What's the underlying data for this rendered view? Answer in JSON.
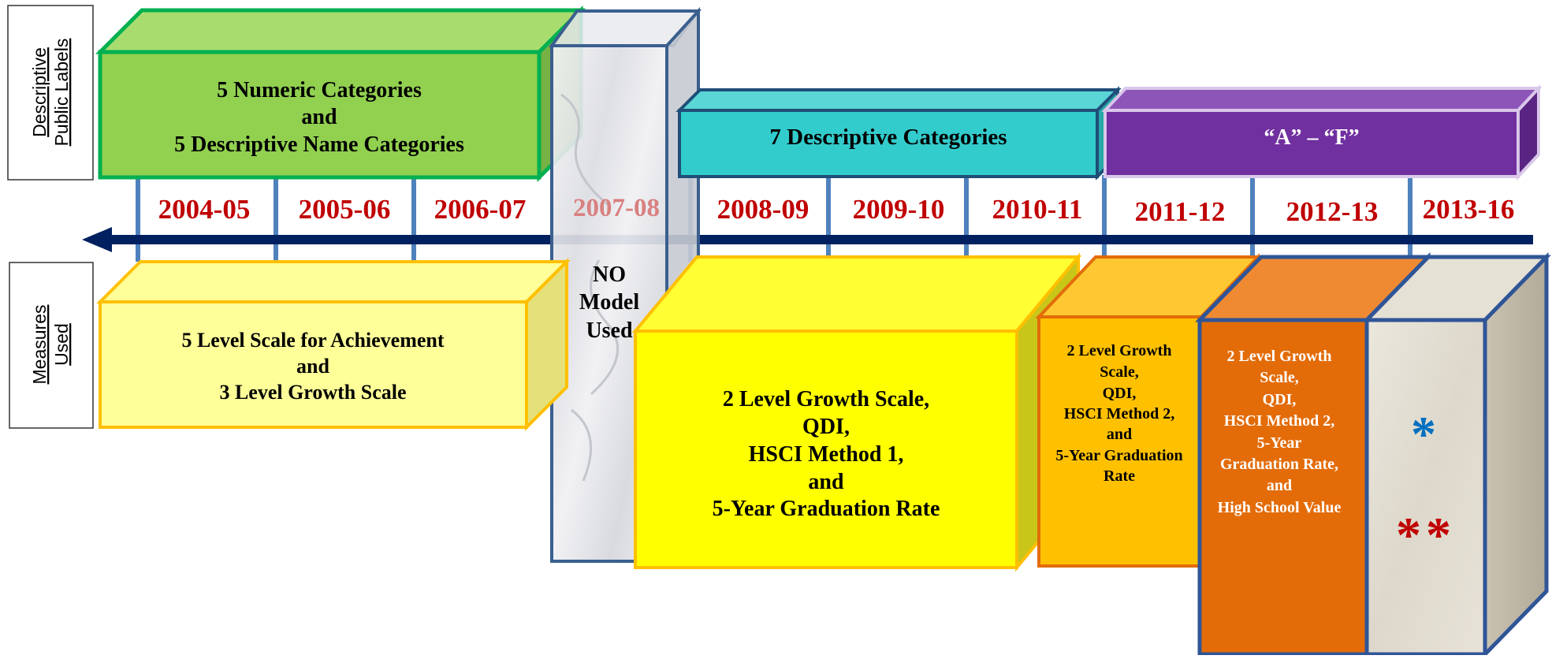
{
  "side_labels": {
    "public_labels": [
      "Descriptive",
      "Public Labels"
    ],
    "measures_used": [
      "Measures",
      "Used"
    ]
  },
  "years": [
    "2004-05",
    "2005-06",
    "2006-07",
    "2007-08",
    "2008-09",
    "2009-10",
    "2010-11",
    "2011-12",
    "2012-13",
    "2013-16"
  ],
  "label_boxes": {
    "numeric": [
      "5 Numeric Categories",
      "and",
      "5 Descriptive Name Categories"
    ],
    "descriptive7": [
      "7 Descriptive Categories"
    ],
    "letter_grades": [
      "“A” – “F”"
    ]
  },
  "measure_boxes": {
    "achievement": [
      "5 Level Scale for Achievement",
      "and",
      "3 Level Growth Scale"
    ],
    "no_model": [
      "NO",
      "Model",
      "Used"
    ],
    "method1": [
      "2 Level Growth Scale,",
      "QDI,",
      "HSCI Method 1,",
      "and",
      "5-Year Graduation Rate"
    ],
    "method2": [
      "2 Level Growth",
      "Scale,",
      "QDI,",
      "HSCI Method 2,",
      "and",
      "5-Year Graduation",
      "Rate"
    ],
    "hs_value": [
      "2 Level Growth",
      "Scale,",
      "QDI,",
      "HSCI Method 2,",
      "5-Year",
      "Graduation Rate,",
      "and",
      "High School Value"
    ],
    "future_marks": [
      "*",
      "**"
    ]
  },
  "colors": {
    "year_red": "#c00000",
    "year_faded": "#d98080",
    "arrow": "#002060",
    "tick": "#4f81bd",
    "green": "#92d050",
    "teal": "#33cccc",
    "purple": "#7030a0",
    "light_yellow": "#ffff99",
    "yellow": "#ffff33",
    "amber": "#ffc000",
    "orange": "#e36c09",
    "asterisk_blue": "#0070c0",
    "asterisk_red": "#c00000"
  }
}
